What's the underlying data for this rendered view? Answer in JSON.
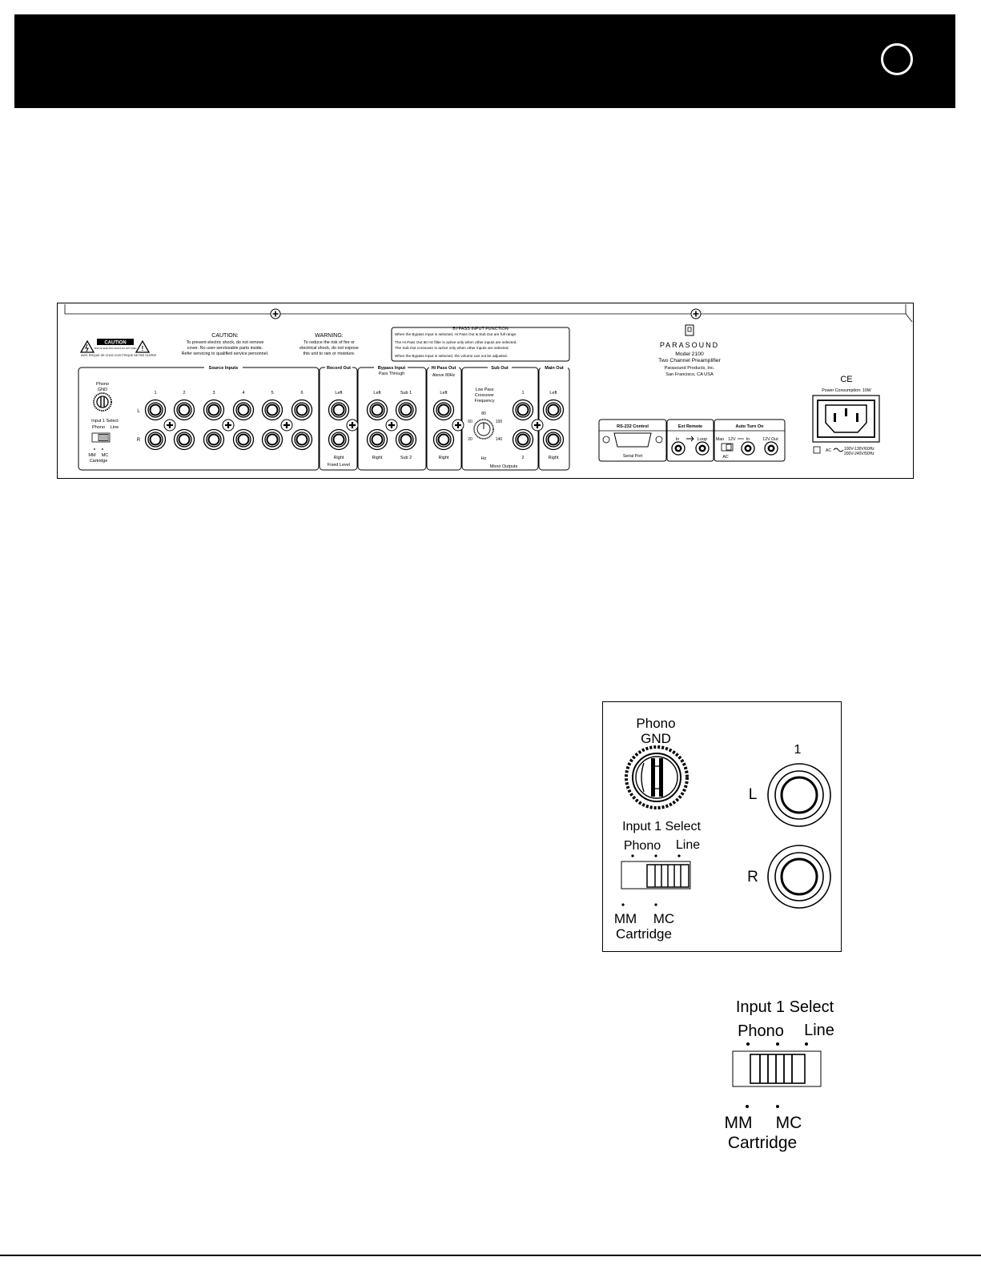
{
  "header": {
    "page_marker": ""
  },
  "rear_panel": {
    "caution_plate": {
      "title": "CAUTION",
      "small_text": "RISK OF ELECTRIC SHOCK DO NOT OPEN",
      "french": "AVIS: RISQUE DE CHOC ELECTRIQUE NE PAS OUVRIR"
    },
    "caution": {
      "title": "CAUTION:",
      "lines": [
        "To prevent electric shock, do not remove",
        "cover. No user-serviceable parts inside.",
        "Refer servicing to qualified service personnel."
      ]
    },
    "warning": {
      "title": "WARNING:",
      "lines": [
        "To reduce the risk of fire or",
        "electrical shock, do not expose",
        "this unit to rain or moisture."
      ]
    },
    "bypass_function": {
      "title": "BYPASS INPUT FUNCTION",
      "lines": [
        "When the Bypass Input is selected, Hi Pass Out & Sub Out are full range.",
        "The Hi Pass Out 80 Hz filter is active only when other inputs are selected.",
        "The Sub Out crossover is active only when other inputs are selected.",
        "When the Bypass Input is selected, the volume can not be adjusted."
      ]
    },
    "brand": {
      "name": "PARASOUND",
      "model": "Model 2100",
      "type": "Two Channel Preamplifier",
      "company": "Parasound Products, Inc.",
      "city": "San Francisco, CA USA"
    },
    "source_inputs": {
      "label": "Source Inputs",
      "phono_gnd": [
        "Phono",
        "GND"
      ],
      "select_label": "Input 1 Select",
      "phono": "Phono",
      "line": "Line",
      "mm": "MM",
      "mc": "MC",
      "cartridge": "Cartridge",
      "row_left": "L",
      "row_right": "R",
      "numbers": [
        "1",
        "2",
        "3",
        "4",
        "5",
        "6"
      ]
    },
    "record_out": {
      "label": "Record Out",
      "left": "Left",
      "right": "Right",
      "fixed": "Fixed Level"
    },
    "bypass_input": {
      "label": "Bypass Input",
      "sub": "Pass Through",
      "left": "Left",
      "sub1": "Sub 1",
      "right": "Right",
      "sub2": "Sub 2"
    },
    "hi_pass_out": {
      "label": "Hi Pass Out",
      "sub": "Above 80Hz",
      "left": "Left",
      "right": "Right"
    },
    "sub_out": {
      "label": "Sub Out",
      "lp_lines": [
        "Low Pass",
        "Crossover",
        "Frequency"
      ],
      "knob_marks": [
        "20",
        "60",
        "80",
        "100",
        "140"
      ],
      "hz": "Hz",
      "one": "1",
      "two": "2",
      "mono": "Mono Outputs"
    },
    "main_out": {
      "label": "Main Out",
      "left": "Left",
      "right": "Right"
    },
    "rs232": {
      "label": "RS-232 Control",
      "sub": "Serial Port"
    },
    "ext_remote": {
      "label": "Ext Remote",
      "in": "In",
      "loop": "Loop"
    },
    "auto_turn_on": {
      "label": "Auto Turn On",
      "man": "Man",
      "v12": "12V",
      "in": "In",
      "v12out": "12V Out",
      "ac": "AC"
    },
    "power": {
      "ce": "CE",
      "consumption": "Power Consumption: 10W",
      "ac_label": "AC",
      "v1": "100V-130V/60Hz",
      "v2": "200V-240V/50Hz"
    }
  },
  "detail": {
    "phono": "Phono",
    "gnd": "GND",
    "number": "1",
    "left": "L",
    "right": "R",
    "select_label": "Input 1 Select",
    "phono_pos": "Phono",
    "line_pos": "Line",
    "mm": "MM",
    "mc": "MC",
    "cartridge": "Cartridge"
  },
  "selector": {
    "select_label": "Input 1 Select",
    "phono_pos": "Phono",
    "line_pos": "Line",
    "mm": "MM",
    "mc": "MC",
    "cartridge": "Cartridge"
  }
}
